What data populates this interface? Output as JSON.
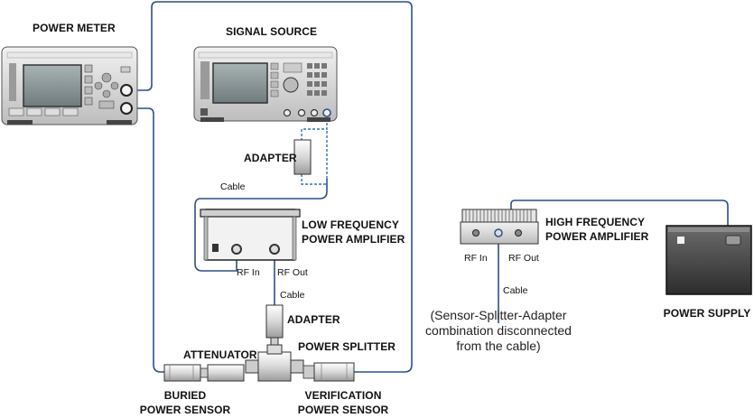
{
  "labels": {
    "power_meter": "POWER METER",
    "signal_source": "SIGNAL SOURCE",
    "adapter_top": "ADAPTER",
    "cable_top": "Cable",
    "lf_amp_line1": "LOW FREQUENCY",
    "lf_amp_line2": "POWER AMPLIFIER",
    "lf_rf_in": "RF In",
    "lf_rf_out": "RF Out",
    "cable_mid": "Cable",
    "adapter_bottom": "ADAPTER",
    "power_splitter": "POWER SPLITTER",
    "attenuator": "ATTENUATOR",
    "buried_sensor_line1": "BURIED",
    "buried_sensor_line2": "POWER SENSOR",
    "verification_sensor_line1": "VERIFICATION",
    "verification_sensor_line2": "POWER SENSOR",
    "hf_amp_line1": "HIGH FREQUENCY",
    "hf_amp_line2": "POWER AMPLIFIER",
    "hf_rf_in": "RF In",
    "hf_rf_out": "RF Out",
    "cable_right": "Cable",
    "note_line1": "(Sensor-Splitter-Adapter",
    "note_line2": "combination disconnected",
    "note_line3": "from the cable)",
    "power_supply": "POWER SUPPLY"
  },
  "colors": {
    "cable": "#2f4f86",
    "cable_dashed": "#3a6fb0",
    "device_body": "#d9d9d9",
    "device_dark": "#3a3a3a",
    "screen": "#8d9a9c"
  }
}
